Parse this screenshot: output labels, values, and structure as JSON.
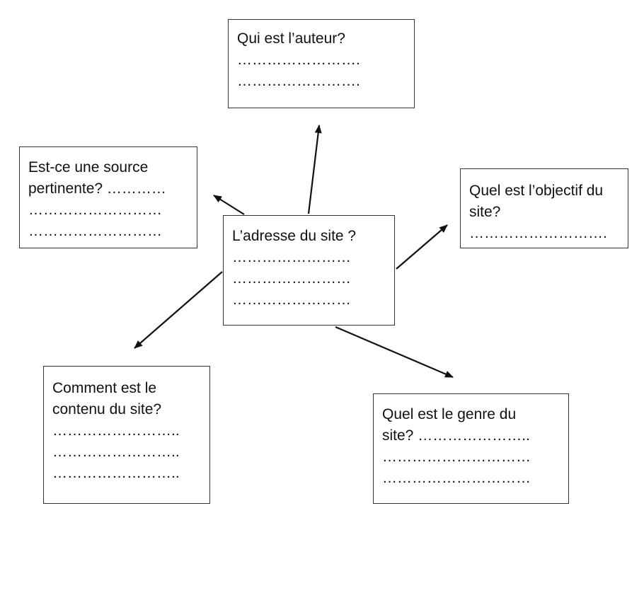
{
  "diagram": {
    "center": {
      "lines": [
        "L’adresse du site ?",
        "……………………",
        "……………………",
        "……………………"
      ]
    },
    "top": {
      "lines": [
        "Qui est l’auteur?",
        "…………………….",
        "……………………."
      ]
    },
    "left": {
      "lines": [
        "Est-ce une source",
        "pertinente? …………",
        "………………………",
        "………………………"
      ]
    },
    "right": {
      "lines": [
        "Quel est l’objectif du",
        "site?",
        "………………………."
      ]
    },
    "bottom_left": {
      "lines": [
        "Comment est le",
        "contenu du site?",
        "……………………..",
        "……………………..",
        "…………………….."
      ]
    },
    "bottom_right": {
      "lines": [
        "Quel est le genre du",
        "site? …………………..",
        "…………………………",
        "…………………………"
      ]
    }
  },
  "colors": {
    "stroke": "#111111",
    "border": "#333333"
  }
}
